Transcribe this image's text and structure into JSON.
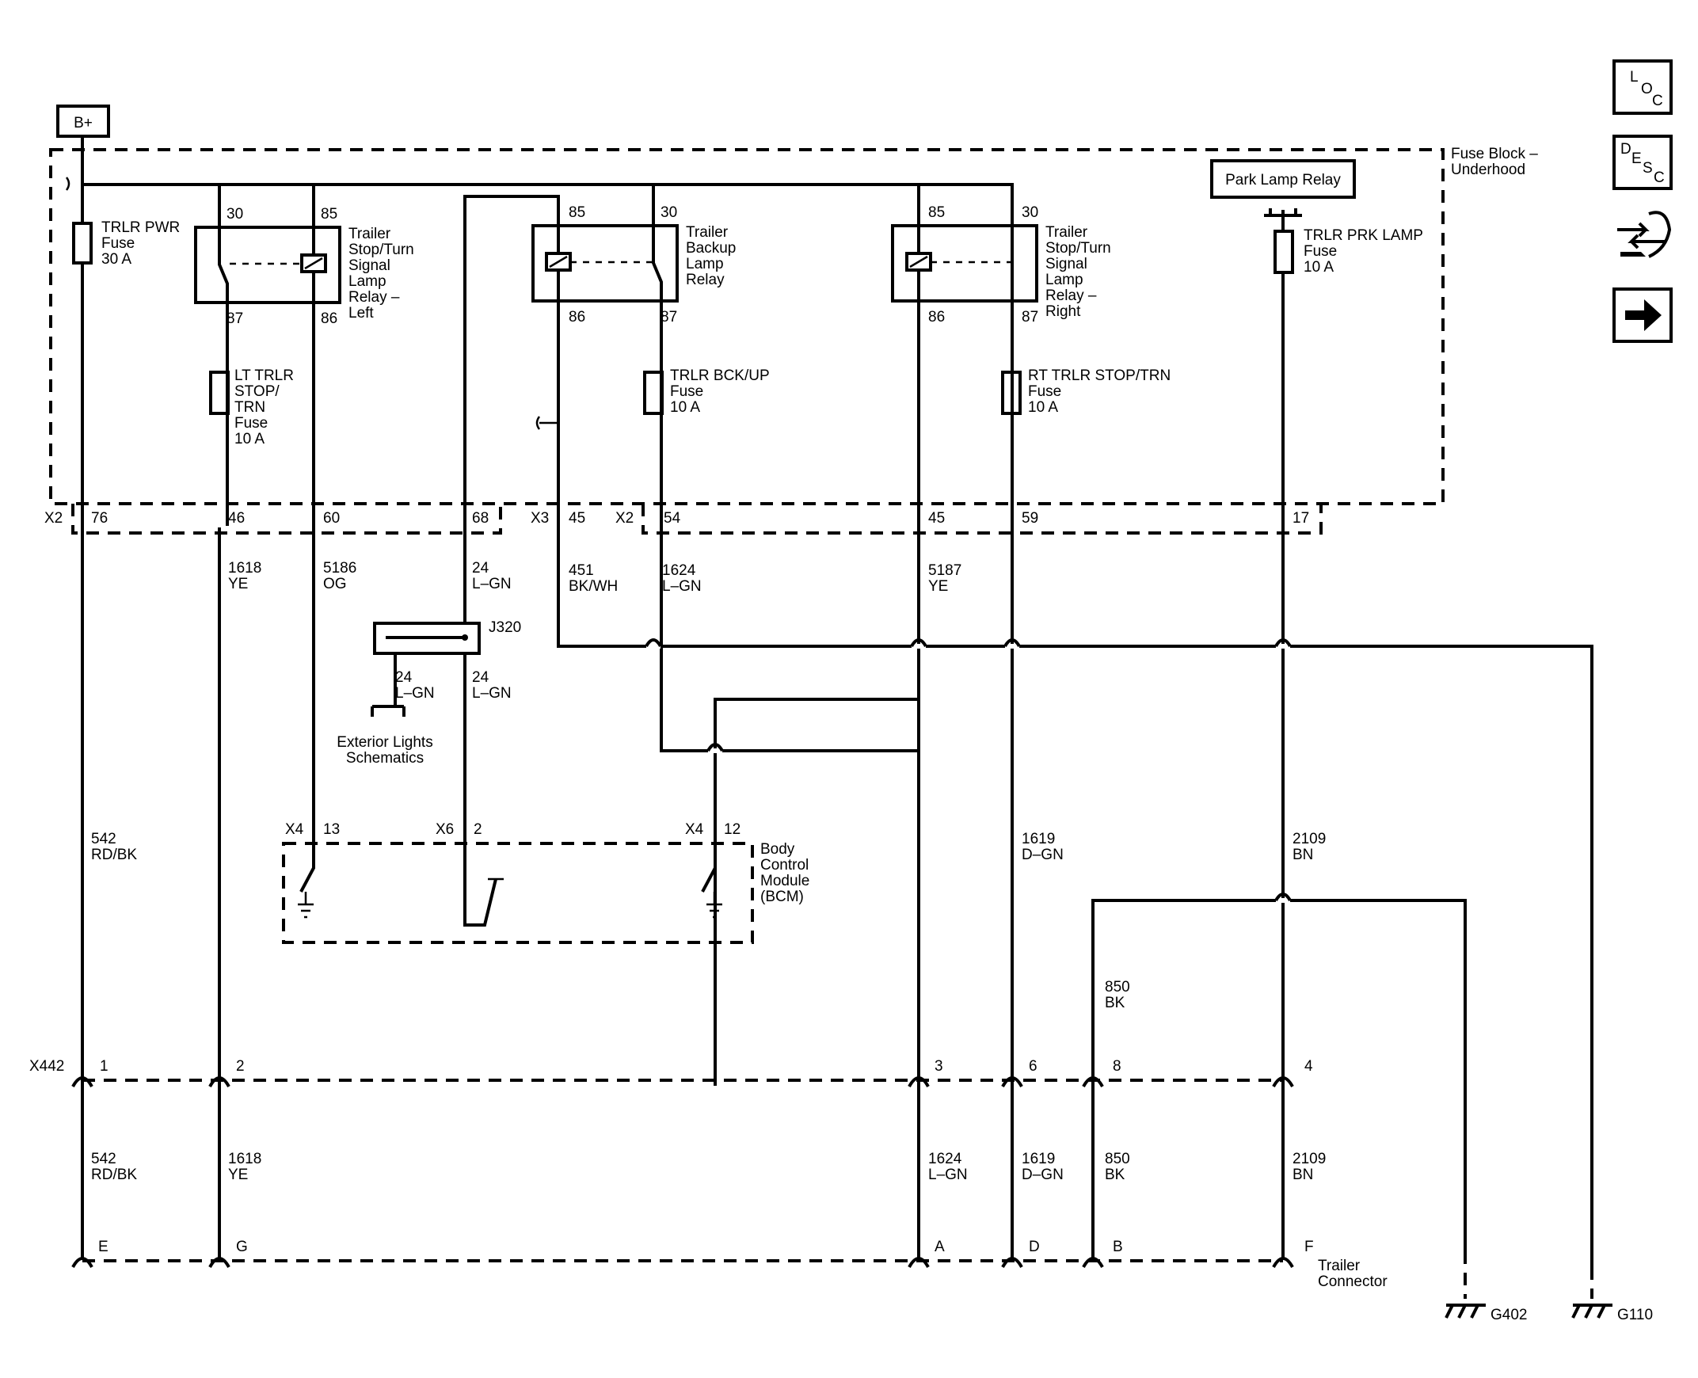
{
  "supply": "B+",
  "fuse_block": "Fuse Block –\nUnderhood",
  "park_lamp_relay": "Park Lamp Relay",
  "fuses": [
    {
      "id": "trlr_pwr",
      "label": "TRLR PWR\nFuse\n30 A"
    },
    {
      "id": "lt_trlr",
      "label": "LT TRLR\nSTOP/\nTRN\nFuse\n10 A"
    },
    {
      "id": "trlr_bck",
      "label": "TRLR BCK/UP\nFuse\n10 A"
    },
    {
      "id": "rt_trlr",
      "label": "RT TRLR STOP/TRN\nFuse\n10 A"
    },
    {
      "id": "trlr_prk",
      "label": "TRLR PRK LAMP\nFuse\n10 A"
    }
  ],
  "relays": [
    {
      "id": "left",
      "label": "Trailer\nStop/Turn\nSignal\nLamp\nRelay –\nLeft",
      "pins": [
        "30",
        "85",
        "87",
        "86"
      ]
    },
    {
      "id": "backup",
      "label": "Trailer\nBackup\nLamp\nRelay",
      "pins": [
        "85",
        "30",
        "86",
        "87"
      ]
    },
    {
      "id": "right",
      "label": "Trailer\nStop/Turn\nSignal\nLamp\nRelay –\nRight",
      "pins": [
        "85",
        "30",
        "86",
        "87"
      ]
    }
  ],
  "fuse_block_connectors": {
    "x2": "X2",
    "x3": "X3",
    "x2b": "X2",
    "pins": [
      "76",
      "46",
      "60",
      "68",
      "45",
      "54",
      "45",
      "59",
      "17"
    ]
  },
  "wires": [
    {
      "id": "w1618a",
      "label": "1618\nYE"
    },
    {
      "id": "w5186",
      "label": "5186\nOG"
    },
    {
      "id": "w24a",
      "label": "24\nL–GN"
    },
    {
      "id": "w451",
      "label": "451\nBK/WH"
    },
    {
      "id": "w1624a",
      "label": "1624\nL–GN"
    },
    {
      "id": "w5187",
      "label": "5187\nYE"
    },
    {
      "id": "w24b",
      "label": "24\nL–GN"
    },
    {
      "id": "w24c",
      "label": "24\nL–GN"
    },
    {
      "id": "w542a",
      "label": "542\nRD/BK"
    },
    {
      "id": "w1619a",
      "label": "1619\nD–GN"
    },
    {
      "id": "w2109a",
      "label": "2109\nBN"
    },
    {
      "id": "w850a",
      "label": "850\nBK"
    },
    {
      "id": "w542b",
      "label": "542\nRD/BK"
    },
    {
      "id": "w1618b",
      "label": "1618\nYE"
    },
    {
      "id": "w1624b",
      "label": "1624\nL–GN"
    },
    {
      "id": "w1619b",
      "label": "1619\nD–GN"
    },
    {
      "id": "w850b",
      "label": "850\nBK"
    },
    {
      "id": "w2109b",
      "label": "2109\nBN"
    }
  ],
  "splice": "J320",
  "exterior_lights": "Exterior Lights\nSchematics",
  "bcm": {
    "label": "Body\nControl\nModule\n(BCM)",
    "x4a": "X4",
    "pin13": "13",
    "x6": "X6",
    "pin2": "2",
    "x4b": "X4",
    "pin12": "12"
  },
  "x442": {
    "label": "X442",
    "pins": [
      "1",
      "2",
      "3",
      "6",
      "8",
      "4"
    ]
  },
  "trailer_connector": {
    "label": "Trailer\nConnector",
    "pins": [
      "E",
      "G",
      "A",
      "D",
      "B",
      "F"
    ]
  },
  "grounds": [
    "G402",
    "G110"
  ],
  "side_buttons": {
    "loc": [
      "L",
      "O",
      "C"
    ],
    "desc": [
      "D",
      "E",
      "S",
      "C"
    ]
  }
}
